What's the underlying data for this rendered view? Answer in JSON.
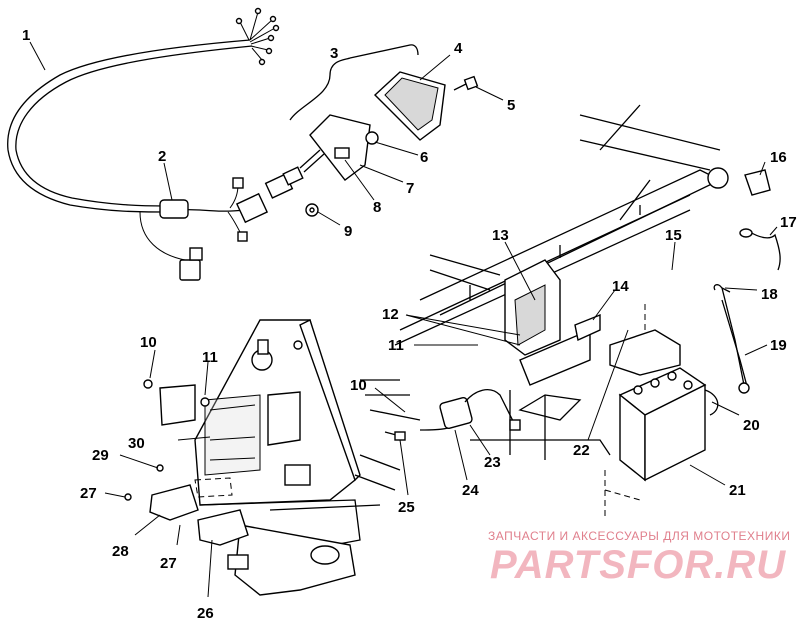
{
  "callouts": [
    "1",
    "2",
    "3",
    "4",
    "5",
    "6",
    "7",
    "8",
    "9",
    "10",
    "11",
    "12",
    "13",
    "14",
    "15",
    "16",
    "17",
    "18",
    "19",
    "20",
    "21",
    "22",
    "23",
    "24",
    "25",
    "26",
    "27",
    "28",
    "29",
    "30",
    "11",
    "10",
    "27"
  ],
  "watermark": {
    "tagline": "ЗАПЧАСТИ И АКСЕССУАРЫ ДЛЯ МОТОТЕХНИКИ",
    "logo": "PARTSFOR.RU"
  },
  "colors": {
    "line": "#000000",
    "background": "#ffffff",
    "watermark": "#e07f8c"
  }
}
